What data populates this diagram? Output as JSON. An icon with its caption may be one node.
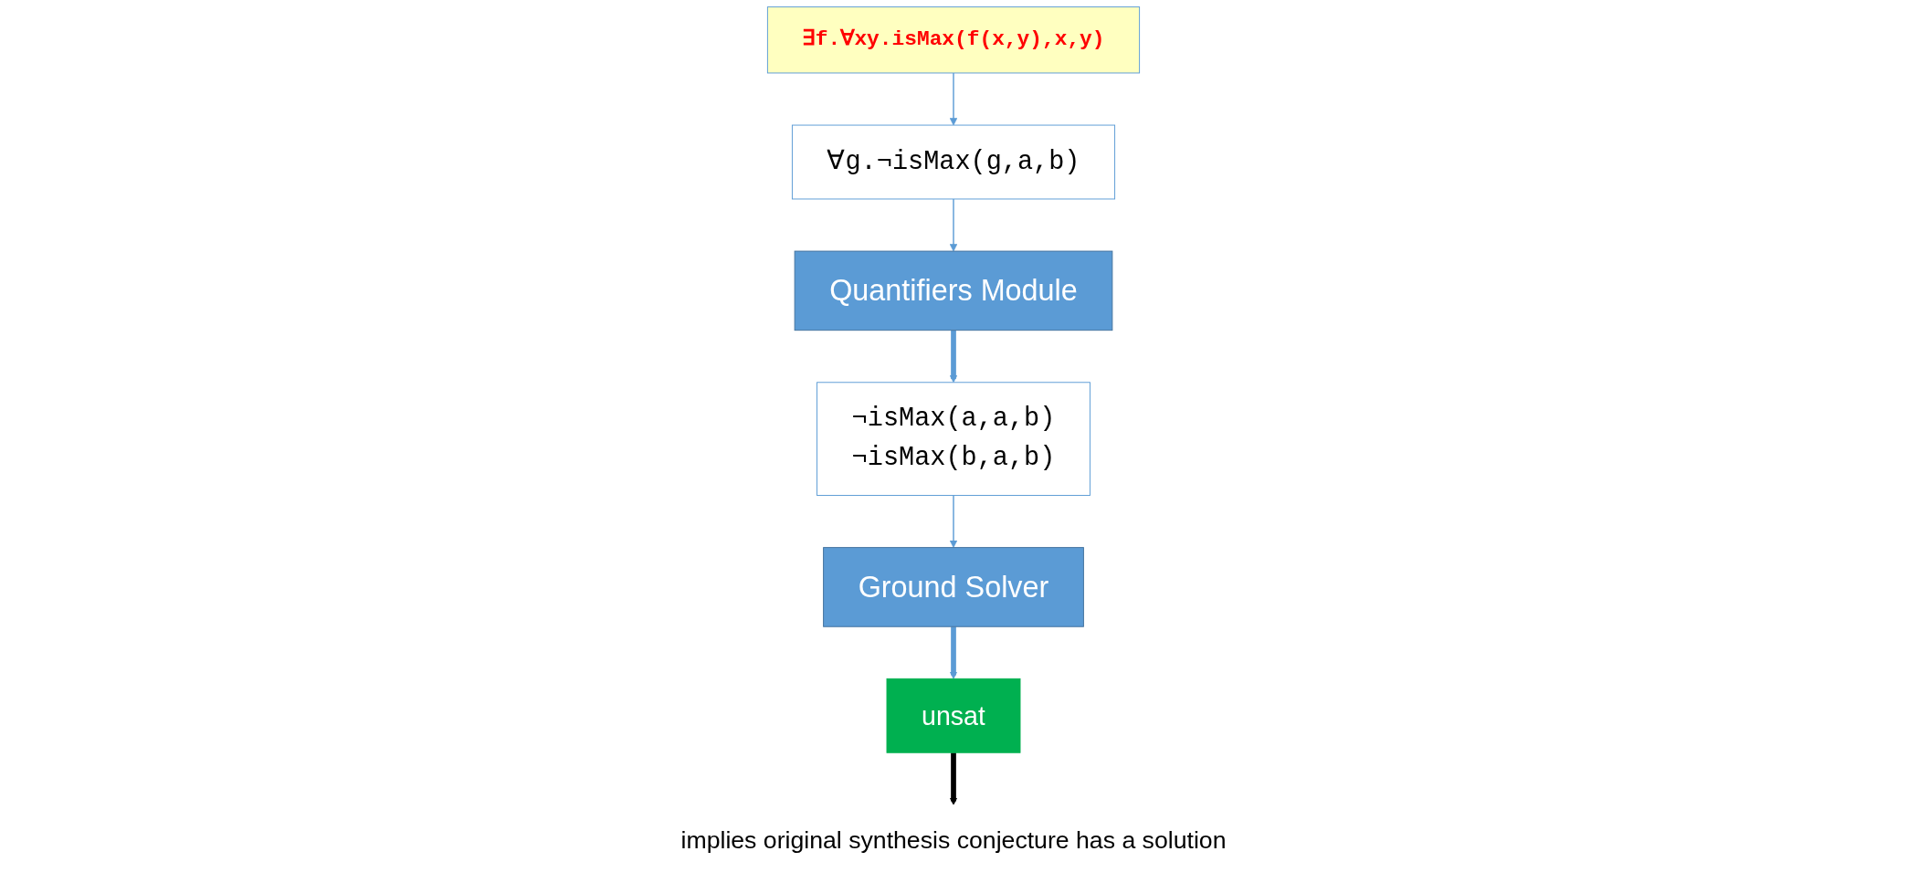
{
  "diagram": {
    "nodes": [
      {
        "text": [
          "¬isMax(a,a,b)",
          "¬isMax(b,a,b)"
        ]
      },
      {
        "text": [
          "∃f.∀xy.isMax(f(x,y),x,y)"
        ]
      },
      {
        "text": [
          "∀g.¬isMax(g,a,b)"
        ]
      },
      {
        "text": [
          "Ground Solver"
        ]
      },
      {
        "text": [
          "Quantifiers Module"
        ]
      },
      {
        "text": [
          "unsat"
        ]
      },
      {
        "text": [
          "implies original synthesis conjecture has a solution"
        ]
      }
    ],
    "edges": [
      {
        "from": 1,
        "to": 2,
        "arrow": "to"
      },
      {
        "from": 0,
        "to": 3,
        "arrow": "to"
      },
      {
        "from": 2,
        "to": 4,
        "arrow": "to"
      },
      {
        "from": 4,
        "to": 0,
        "arrow": "to",
        "style": "thick"
      },
      {
        "from": 3,
        "to": 5,
        "arrow": "to",
        "style": "thick"
      },
      {
        "from": 5,
        "to": 6,
        "arrow": "to",
        "style": "thick",
        "color": "#000000"
      }
    ]
  }
}
